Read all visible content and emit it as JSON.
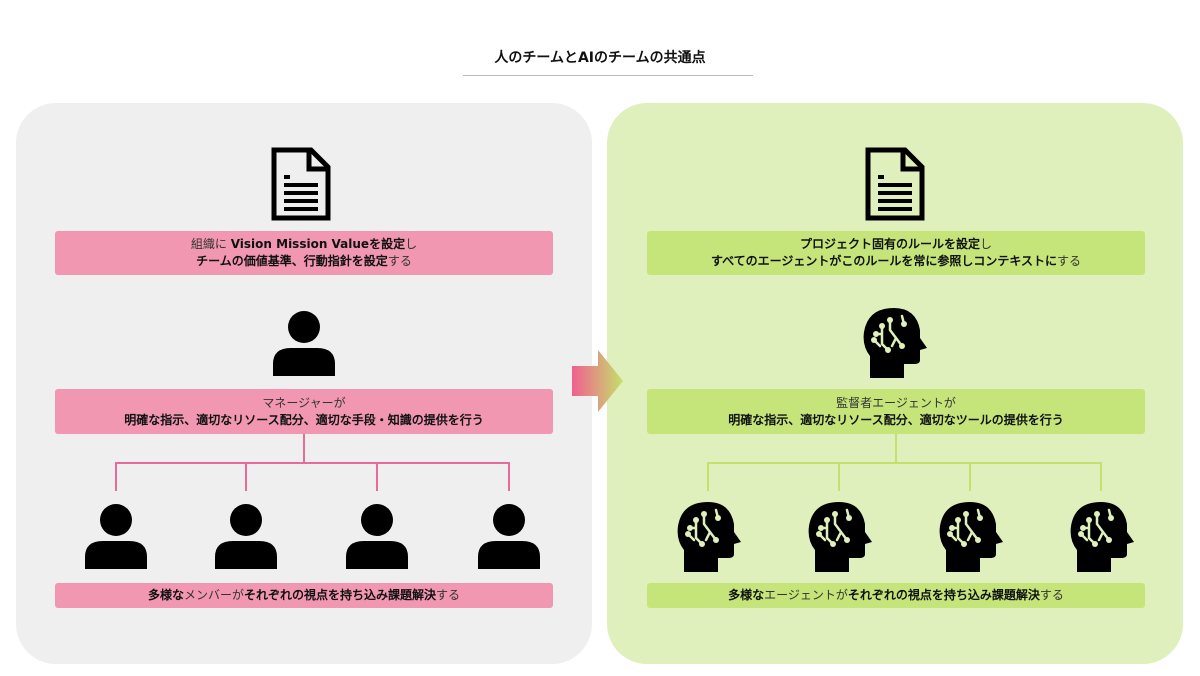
{
  "title": "人のチームとAIのチームの共通点",
  "colors": {
    "left_panel": "#efefef",
    "right_panel": "#e0f0bc",
    "pink": "#f197b1",
    "green": "#c5e57a",
    "pink_line": "#e86a9a",
    "green_line": "#c5e06b"
  },
  "left": {
    "box1": [
      [
        {
          "t": "組織に ",
          "b": false
        },
        {
          "t": "Vision Mission Valueを設定",
          "b": true
        },
        {
          "t": "し",
          "b": false
        }
      ],
      [
        {
          "t": "チームの価値基準、行動指針を設定",
          "b": true
        },
        {
          "t": "する",
          "b": false
        }
      ]
    ],
    "box2": [
      [
        {
          "t": "マネージャーが",
          "b": false
        }
      ],
      [
        {
          "t": "明確な指示、適切なリソース配分、適切な手段・知識の提供を行う",
          "b": true
        }
      ]
    ],
    "box3": [
      [
        {
          "t": "多様な",
          "b": true
        },
        {
          "t": "メンバーが",
          "b": false
        },
        {
          "t": "それぞれの視点を持ち込み課題解決",
          "b": true
        },
        {
          "t": "する",
          "b": false
        }
      ]
    ]
  },
  "right": {
    "box1": [
      [
        {
          "t": "プロジェクト固有のルールを設定",
          "b": true
        },
        {
          "t": "し",
          "b": false
        }
      ],
      [
        {
          "t": "すべてのエージェントがこのルールを常に参照しコンテキストに",
          "b": true
        },
        {
          "t": "する",
          "b": false
        }
      ]
    ],
    "box2": [
      [
        {
          "t": "監督者エージェントが",
          "b": false
        }
      ],
      [
        {
          "t": "明確な指示、適切なリソース配分、適切なツールの提供を行う",
          "b": true
        }
      ]
    ],
    "box3": [
      [
        {
          "t": "多様な",
          "b": true
        },
        {
          "t": "エージェントが",
          "b": false
        },
        {
          "t": "それぞれの視点を持ち込み課題解決",
          "b": true
        },
        {
          "t": "する",
          "b": false
        }
      ]
    ]
  }
}
